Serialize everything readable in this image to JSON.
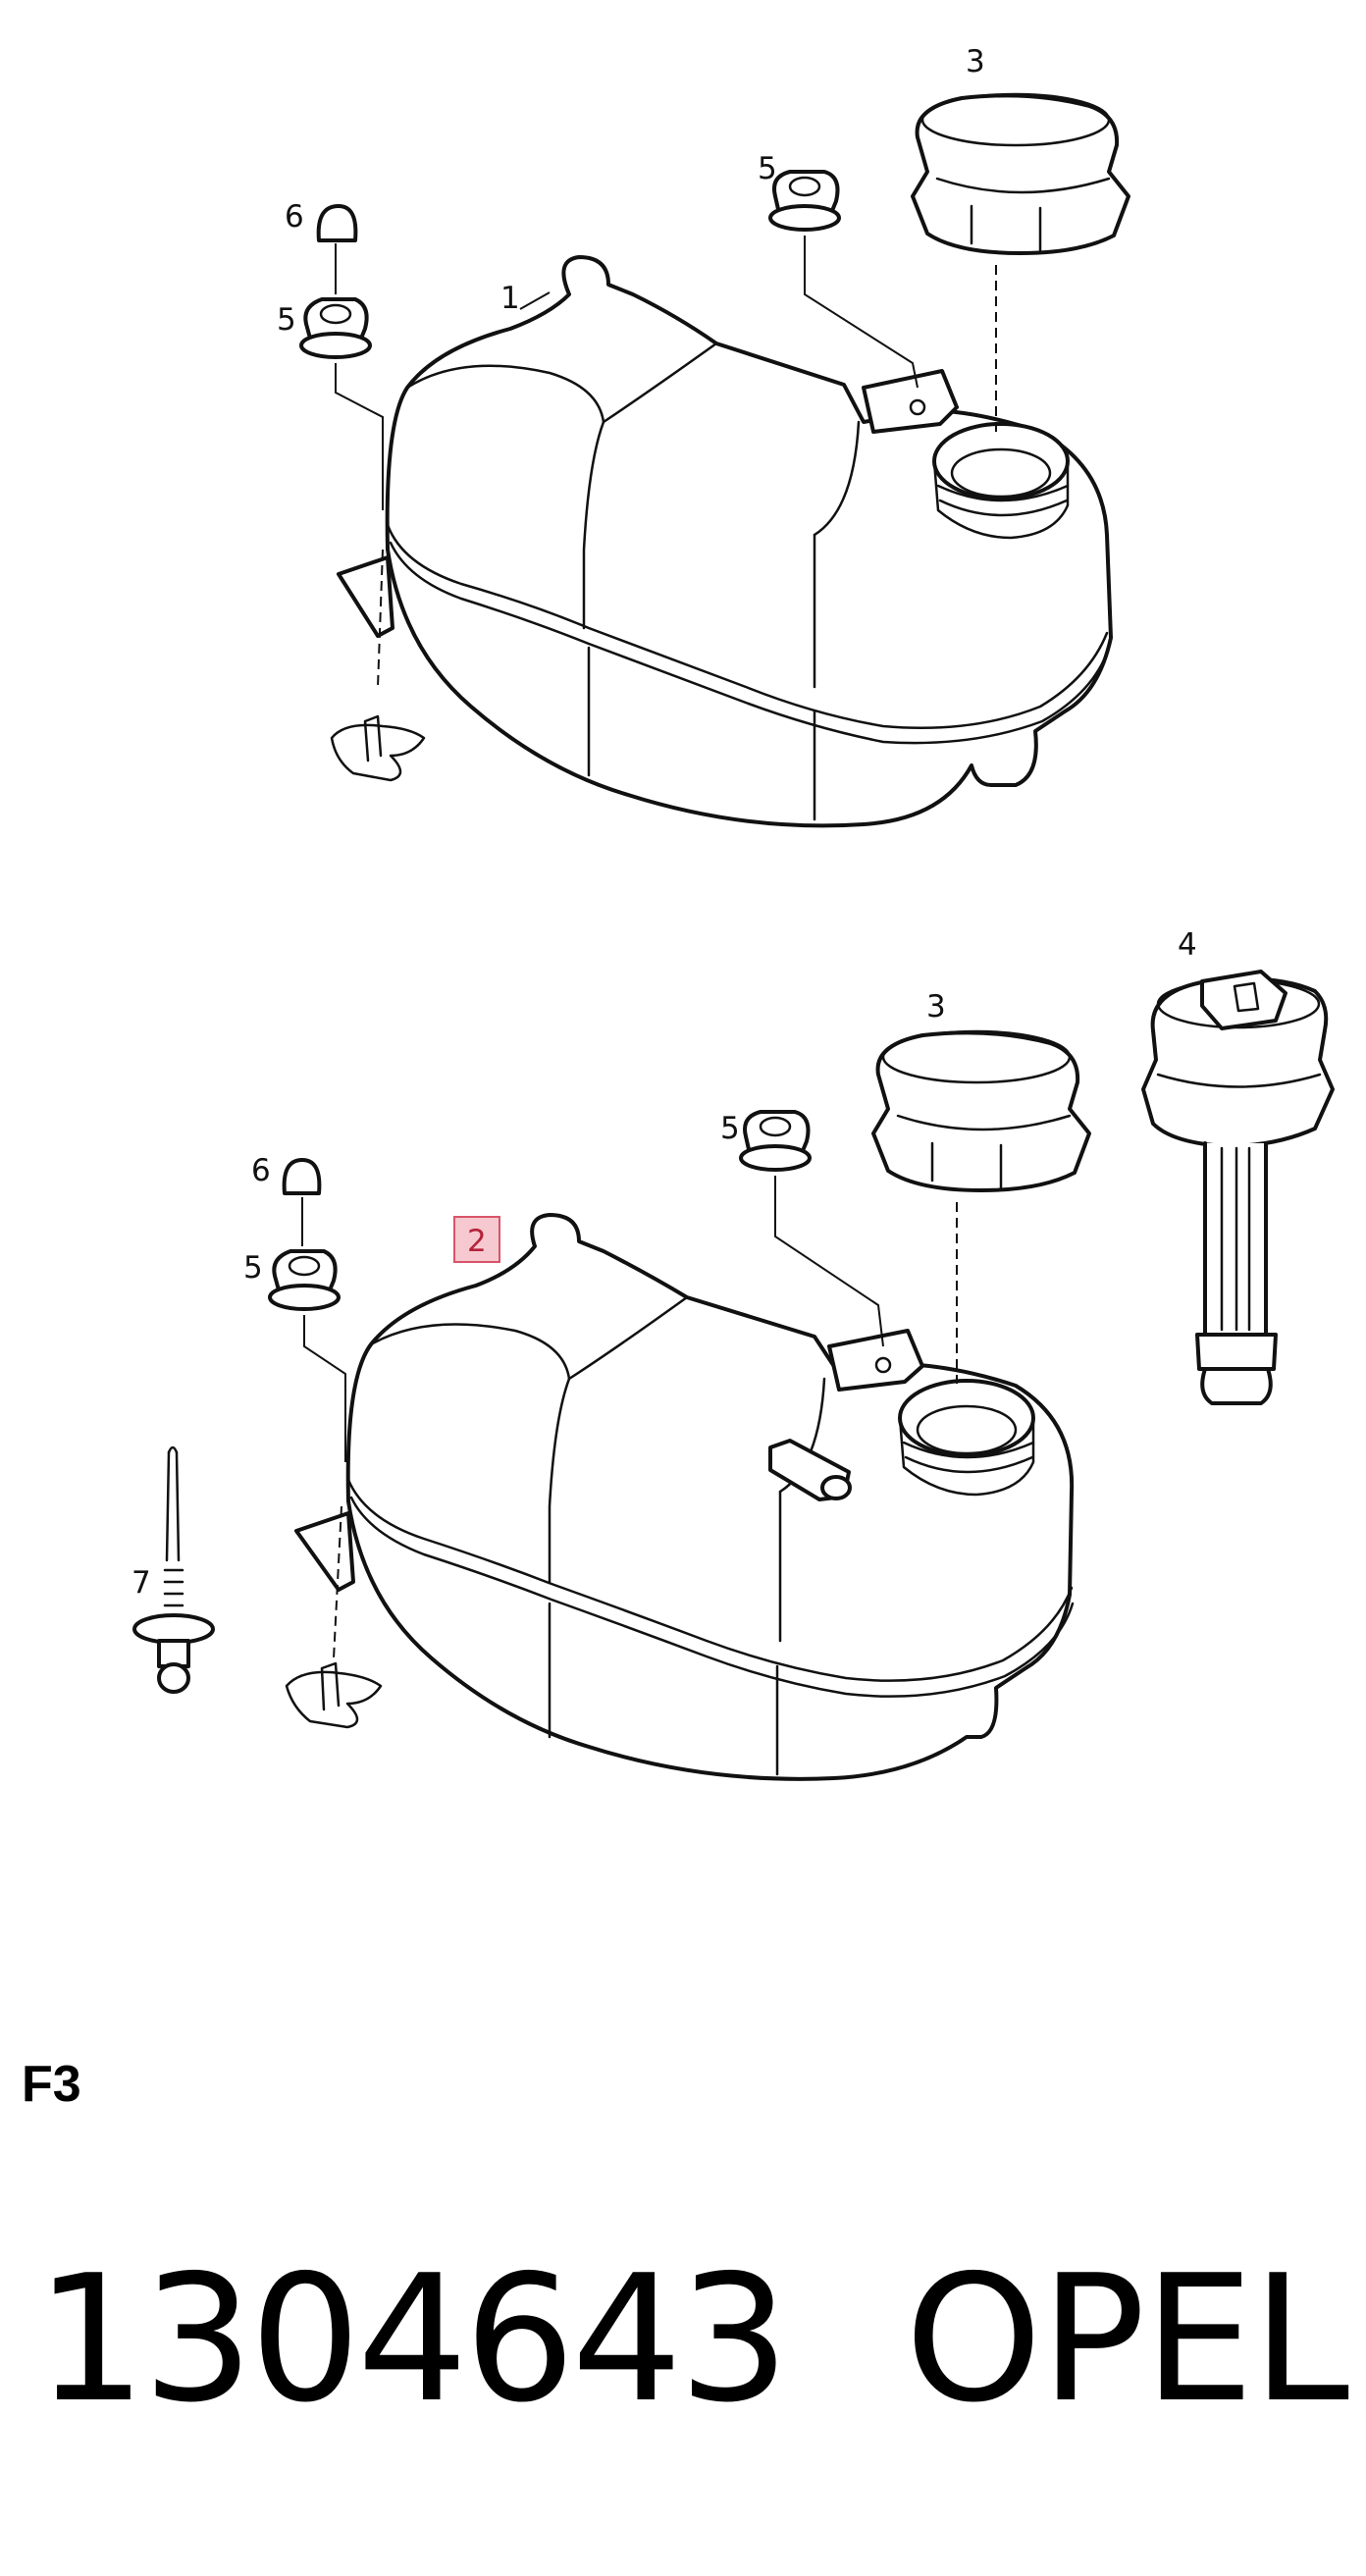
{
  "diagram": {
    "upper_callouts": [
      "1",
      "3",
      "5",
      "5",
      "6"
    ],
    "lower_callouts": [
      "2",
      "3",
      "4",
      "5",
      "5",
      "6",
      "7"
    ],
    "highlighted_callout": "2"
  },
  "footer": {
    "section_label": "F3",
    "part_number": "1304643",
    "brand": "OPEL"
  },
  "colors": {
    "highlight_fill": "#f5c9cf",
    "highlight_stroke": "#d9546a",
    "line": "#111111"
  }
}
